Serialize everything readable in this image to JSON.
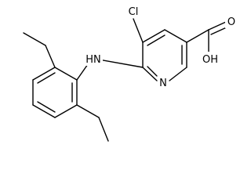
{
  "molecule": {
    "labels": {
      "chlorine": "Cl",
      "amine": "HN",
      "ring_nitrogen": "N",
      "hydroxyl": "OH",
      "carbonyl_oxygen": "O"
    }
  },
  "colors": {
    "background": "#ffffff",
    "ink": "#000000"
  }
}
